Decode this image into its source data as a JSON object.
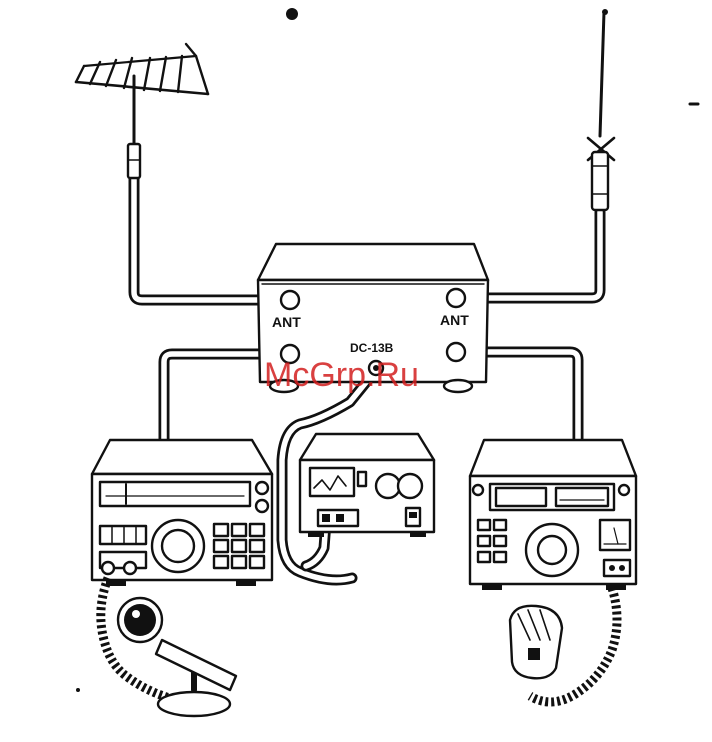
{
  "switch_box": {
    "ant_left_label": "ANT",
    "ant_right_label": "ANT",
    "power_label": "DC-13B"
  },
  "watermark": "McGrp.Ru"
}
